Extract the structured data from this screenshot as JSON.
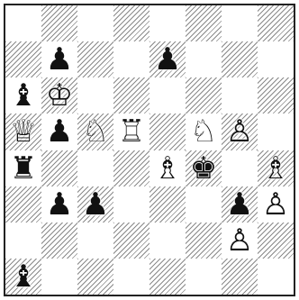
{
  "chart_data": {
    "type": "table",
    "board": {
      "files": [
        "a",
        "b",
        "c",
        "d",
        "e",
        "f",
        "g",
        "h"
      ],
      "ranks": [
        8,
        7,
        6,
        5,
        4,
        3,
        2,
        1
      ],
      "light_square_color": "#ffffff",
      "dark_square_hatch_color": "#8a8a8a",
      "pieces": [
        {
          "square": "b7",
          "glyph": "♟",
          "color": "black",
          "type": "pawn",
          "name": "black-pawn-icon"
        },
        {
          "square": "e7",
          "glyph": "♟",
          "color": "black",
          "type": "pawn",
          "name": "black-pawn-icon"
        },
        {
          "square": "a6",
          "glyph": "♝",
          "color": "black",
          "type": "bishop",
          "name": "black-bishop-icon"
        },
        {
          "square": "b6",
          "glyph": "♔",
          "color": "white",
          "type": "king",
          "name": "white-king-icon"
        },
        {
          "square": "a5",
          "glyph": "♕",
          "color": "white",
          "type": "queen",
          "name": "white-queen-icon"
        },
        {
          "square": "b5",
          "glyph": "♟",
          "color": "black",
          "type": "pawn",
          "name": "black-pawn-icon"
        },
        {
          "square": "c5",
          "glyph": "♘",
          "color": "white",
          "type": "knight",
          "name": "white-knight-icon"
        },
        {
          "square": "d5",
          "glyph": "♖",
          "color": "white",
          "type": "rook",
          "name": "white-rook-icon"
        },
        {
          "square": "f5",
          "glyph": "♘",
          "color": "white",
          "type": "knight",
          "name": "white-knight-icon"
        },
        {
          "square": "g5",
          "glyph": "♙",
          "color": "white",
          "type": "pawn",
          "name": "white-pawn-icon"
        },
        {
          "square": "a4",
          "glyph": "♜",
          "color": "black",
          "type": "rook",
          "name": "black-rook-icon"
        },
        {
          "square": "e4",
          "glyph": "♗",
          "color": "white",
          "type": "bishop",
          "name": "white-bishop-icon"
        },
        {
          "square": "f4",
          "glyph": "♚",
          "color": "black",
          "type": "king",
          "name": "black-king-icon"
        },
        {
          "square": "h4",
          "glyph": "♗",
          "color": "white",
          "type": "bishop",
          "name": "white-bishop-icon"
        },
        {
          "square": "b3",
          "glyph": "♟",
          "color": "black",
          "type": "pawn",
          "name": "black-pawn-icon"
        },
        {
          "square": "c3",
          "glyph": "♟",
          "color": "black",
          "type": "pawn",
          "name": "black-pawn-icon"
        },
        {
          "square": "g3",
          "glyph": "♟",
          "color": "black",
          "type": "pawn",
          "name": "black-pawn-icon"
        },
        {
          "square": "h3",
          "glyph": "♙",
          "color": "white",
          "type": "pawn",
          "name": "white-pawn-icon"
        },
        {
          "square": "g2",
          "glyph": "♙",
          "color": "white",
          "type": "pawn",
          "name": "white-pawn-icon"
        },
        {
          "square": "a1",
          "glyph": "♝",
          "color": "black",
          "type": "bishop",
          "name": "black-bishop-icon"
        }
      ]
    }
  }
}
